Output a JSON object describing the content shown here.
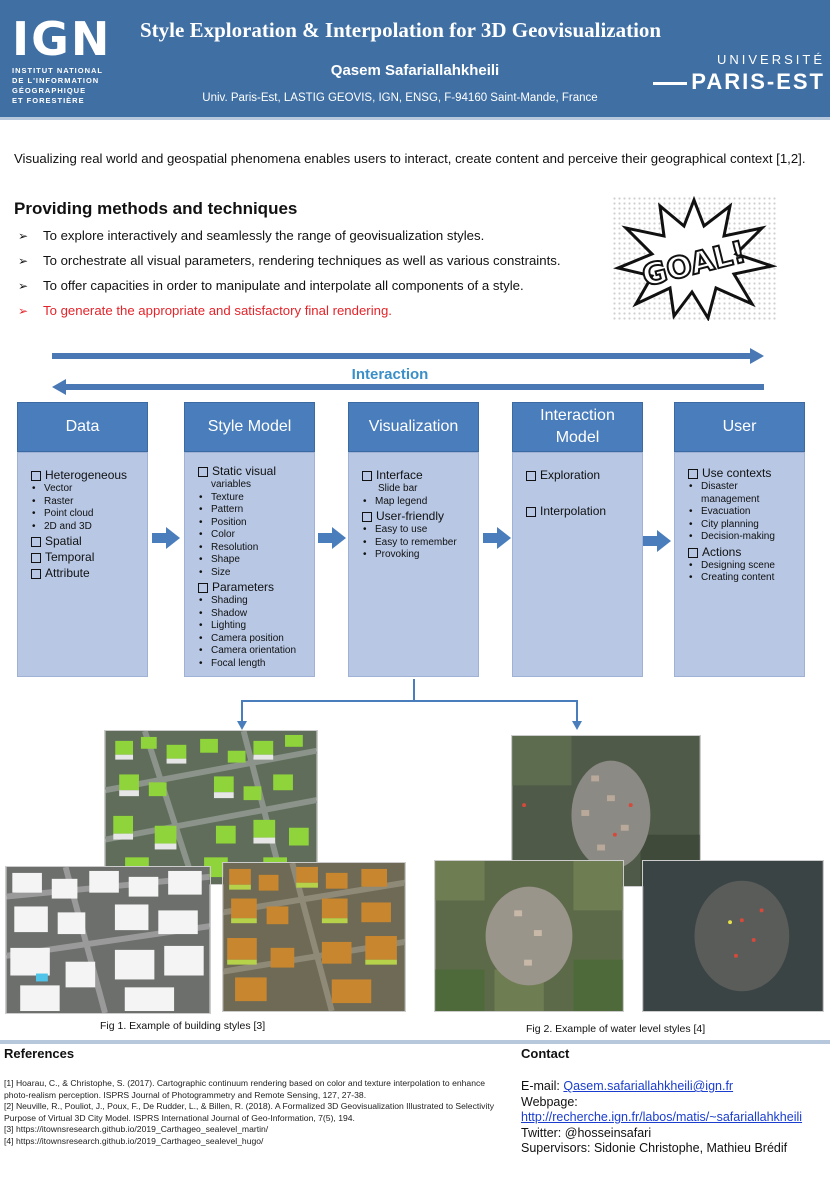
{
  "header": {
    "logo_text": "IGN",
    "logo_sub": [
      "INSTITUT NATIONAL",
      "DE L'INFORMATION",
      "GÉOGRAPHIQUE",
      "ET FORESTIÈRE"
    ],
    "title": "Style Exploration & Interpolation for 3D Geovisualization",
    "author": "Qasem Safariallahkheili",
    "affiliation": "Univ. Paris-Est, LASTIG GEOVIS, IGN, ENSG, F-94160 Saint-Mande, France",
    "univ_line1": "UNIVERSITÉ",
    "univ_line2": "PARIS-EST"
  },
  "intro": "Visualizing real world and geospatial phenomena enables users to interact, create content and perceive their geographical context [1,2].",
  "methods": {
    "title": "Providing methods and techniques",
    "items": [
      "To explore interactively and seamlessly the range of geovisualization styles.",
      "To orchestrate all visual parameters, rendering techniques as well as various constraints.",
      "To offer capacities in order to manipulate and interpolate all components of a style.",
      "To generate the appropriate and satisfactory final rendering."
    ],
    "marker": "➢",
    "goal_text": "GOAL!"
  },
  "interaction_label": "Interaction",
  "columns": {
    "data": {
      "title": "Data",
      "g1": "Heterogeneous",
      "g1_items": [
        "Vector",
        "Raster",
        "Point cloud",
        "2D and 3D"
      ],
      "g2": "Spatial",
      "g3": "Temporal",
      "g4": "Attribute"
    },
    "style": {
      "title": "Style Model",
      "g1": "Static visual",
      "g1_cont": "variables",
      "g1_items": [
        "Texture",
        "Pattern",
        "Position",
        "Color",
        "Resolution",
        "Shape",
        "Size"
      ],
      "g2": "Parameters",
      "g2_items": [
        "Shading",
        "Shadow",
        "Lighting",
        "Camera position",
        "Camera orientation",
        "Focal length"
      ]
    },
    "vis": {
      "title": "Visualization",
      "g1": "Interface",
      "g1_items": [
        "Slide bar",
        "Map legend"
      ],
      "g2": "User-friendly",
      "g2_items": [
        "Easy to use",
        "Easy to remember",
        "Provoking"
      ]
    },
    "interaction": {
      "title_1": "Interaction",
      "title_2": "Model",
      "g1": "Exploration",
      "g2": "Interpolation"
    },
    "user": {
      "title": "User",
      "g1": "Use contexts",
      "g1_items": [
        "Disaster",
        "Evacuation",
        "City planning",
        "Decision-making"
      ],
      "g1_item0_cont": "management",
      "g2": "Actions",
      "g2_items": [
        "Designing scene",
        "Creating content"
      ]
    }
  },
  "figures": {
    "fig1_caption": "Fig 1. Example of building styles [3]",
    "fig2_caption": "Fig 2. Example of water level styles [4]"
  },
  "references": {
    "title": "References",
    "items": [
      "[1] Hoarau, C., & Christophe, S. (2017). Cartographic continuum rendering based on color and texture interpolation to enhance photo-realism perception. ISPRS Journal of Photogrammetry and Remote Sensing, 127, 27-38.",
      "[2] Neuville, R., Pouliot, J., Poux, F., De Rudder, L., & Billen, R. (2018). A Formalized 3D Geovisualization Illustrated to Selectivity Purpose of Virtual 3D City Model. ISPRS International Journal of Geo-Information, 7(5), 194.",
      "[3] https://itownsresearch.github.io/2019_Carthageo_sealevel_martin/",
      "[4] https://itownsresearch.github.io/2019_Carthageo_sealevel_hugo/"
    ]
  },
  "contact": {
    "title": "Contact",
    "email_label": "E-mail: ",
    "email": "Qasem.safariallahkheili@ign.fr",
    "webpage_label": "Webpage:",
    "webpage": "http://recherche.ign.fr/labos/matis/~safariallahkheili",
    "twitter": "Twitter: @hosseinsafari",
    "supervisors": "Supervisors: Sidonie Christophe, Mathieu Brédif"
  },
  "colors": {
    "header_bg": "#3f6fa3",
    "box_head": "#4a7dbb",
    "box_body": "#b7c7e4",
    "highlight_red": "#e4242a",
    "interaction_text": "#3a8fc8",
    "link": "#1a3dcf"
  }
}
